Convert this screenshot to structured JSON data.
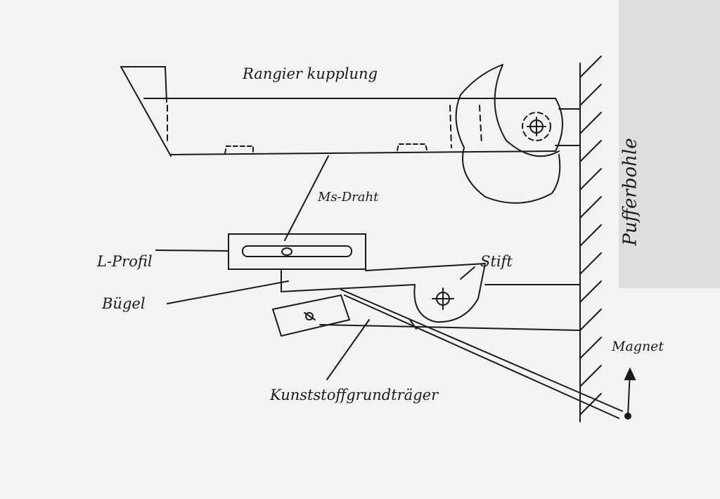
{
  "labels": {
    "coupler": "Rangier kupplung",
    "wire": "Ms-Draht",
    "l_profile": "L-Profil",
    "bracket": "Bügel",
    "pin": "Stift",
    "plastic_base": "Kunststoffgrundträger",
    "buffer_beam": "Pufferbohle",
    "magnet": "Magnet"
  }
}
